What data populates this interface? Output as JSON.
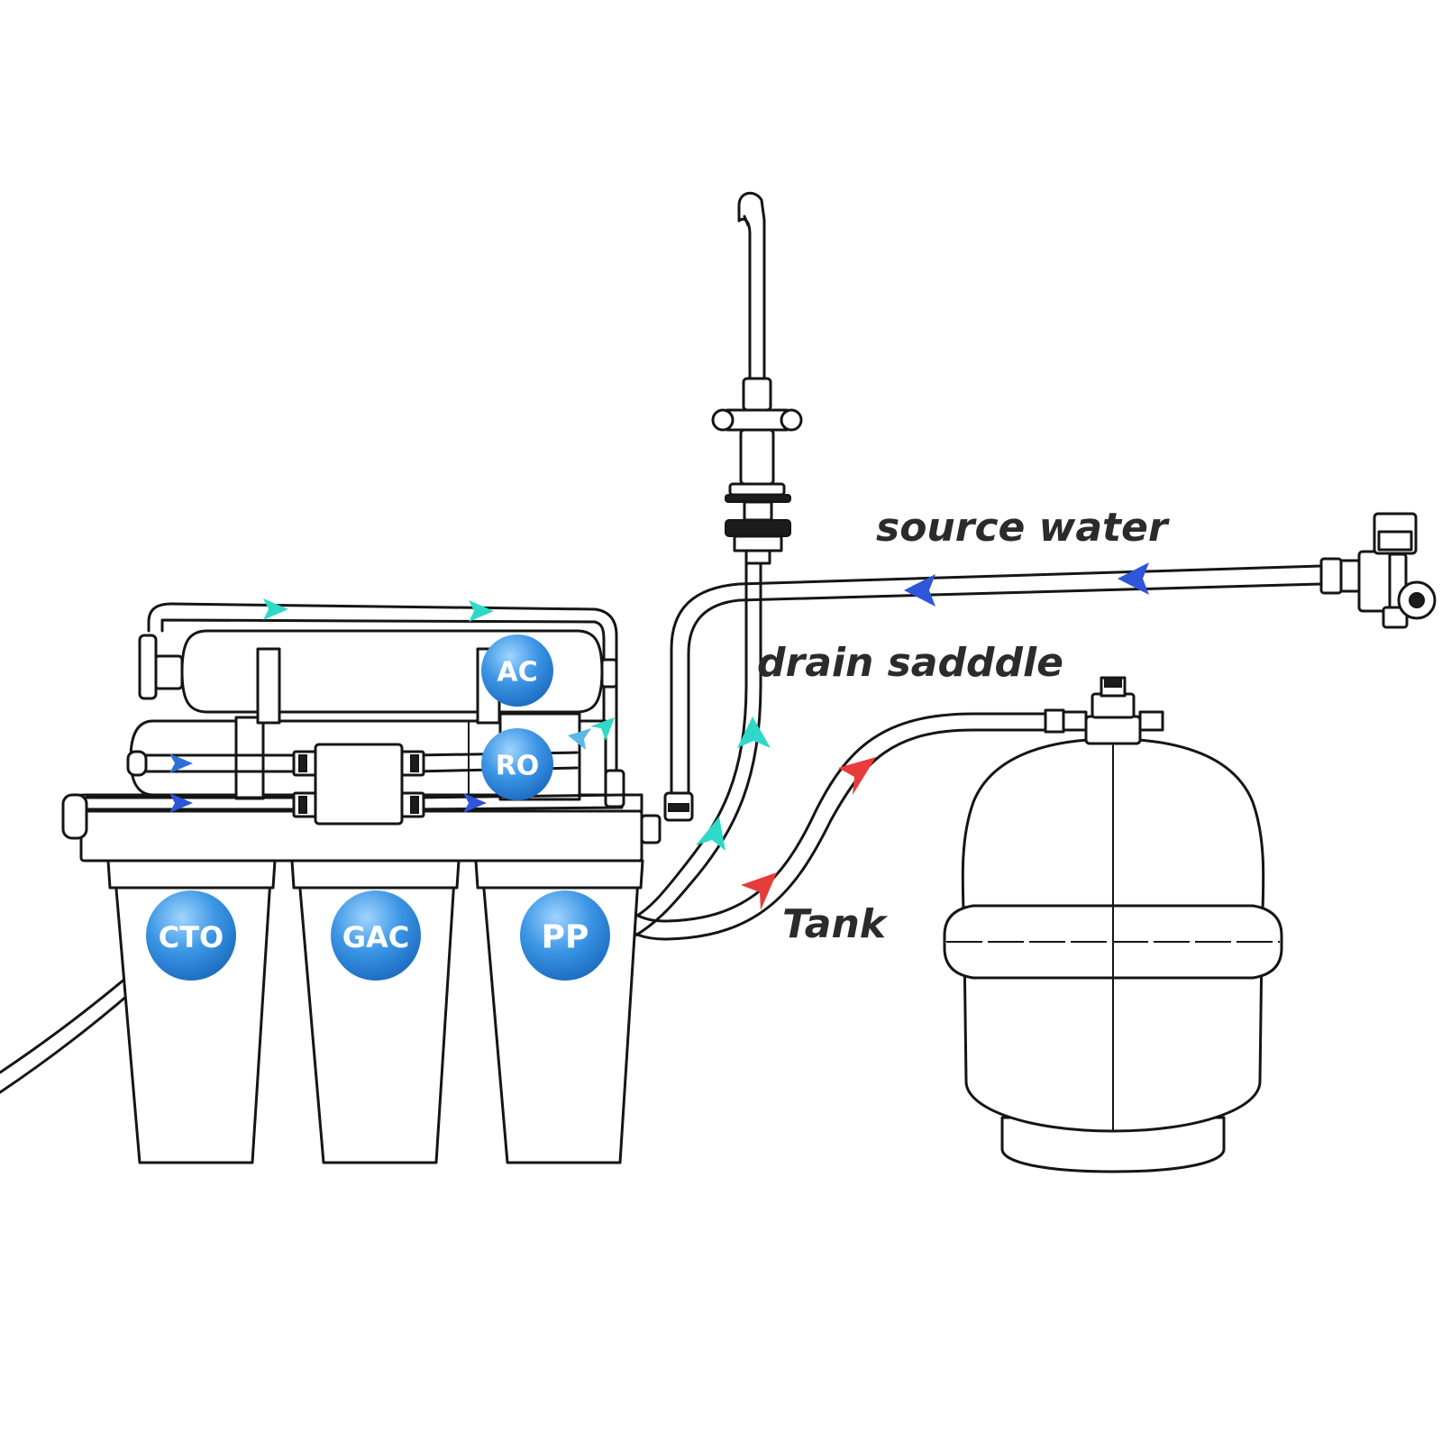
{
  "labels": {
    "source_water": "source water",
    "drain_saddle": "drain sadddle",
    "tank": "Tank"
  },
  "filters": {
    "cto": "CTO",
    "gac": "GAC",
    "pp": "PP",
    "ac": "AC",
    "ro": "RO"
  },
  "colors": {
    "source_flow": "#2f55d8",
    "purified_flow": "#2fd8c8",
    "tank_flow": "#e83b3b",
    "bubble": "#2f86d8",
    "line": "#151515"
  }
}
